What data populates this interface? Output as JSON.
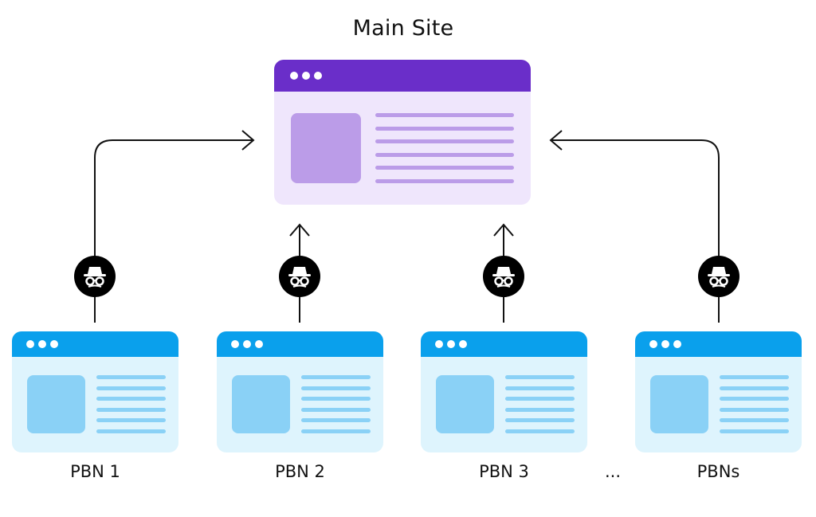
{
  "diagram": {
    "title": "Main Site",
    "main_site": {
      "icon": "browser-window-icon",
      "color": "#6a2ec9",
      "body_color": "#efe6fc",
      "accent_color": "#bb9ce8"
    },
    "pbns": [
      {
        "label": "PBN 1",
        "link_icon": "incognito-spy-icon"
      },
      {
        "label": "PBN 2",
        "link_icon": "incognito-spy-icon"
      },
      {
        "label": "PBN 3",
        "link_icon": "incognito-spy-icon"
      },
      {
        "label": "PBNs",
        "link_icon": "incognito-spy-icon"
      }
    ],
    "pbn_color": "#0aa0ec",
    "pbn_body_color": "#def4fd",
    "pbn_accent_color": "#8ad1f6",
    "ellipsis": "..."
  }
}
